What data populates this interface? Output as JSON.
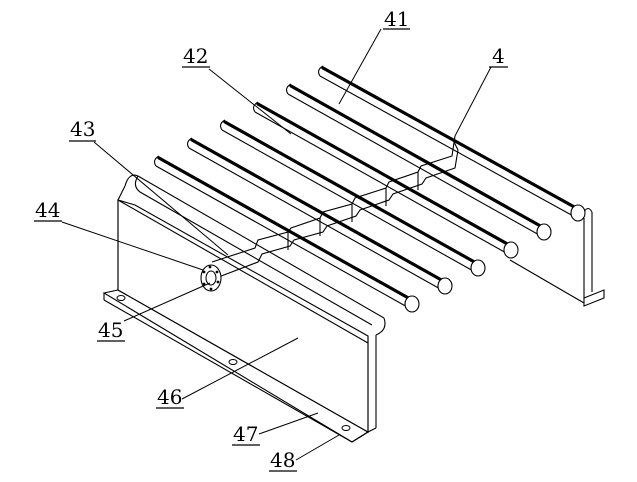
{
  "labels": {
    "l41": "41",
    "l42": "42",
    "l4": "4",
    "l43": "43",
    "l44": "44",
    "l45": "45",
    "l46": "46",
    "l47": "47",
    "l48": "48"
  }
}
